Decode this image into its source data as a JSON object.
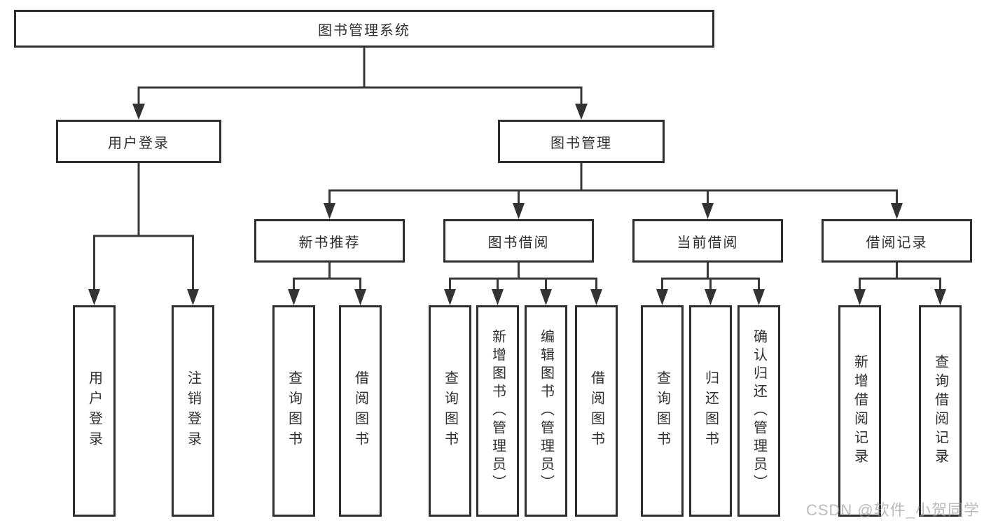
{
  "diagram": {
    "title": "图书管理系统",
    "watermark": "CSDN @软件_小贺同学",
    "colors": {
      "line": "#383838",
      "border": "#2e2e2e",
      "text": "#2f2f2f",
      "box_background": "#ffffff",
      "watermark": "#a8a8a8"
    },
    "nodes": {
      "root": {
        "label": "图书管理系统"
      },
      "user_login": {
        "label": "用户登录"
      },
      "book_mgmt": {
        "label": "图书管理"
      },
      "new_book_recommend": {
        "label": "新书推荐"
      },
      "book_borrow": {
        "label": "图书借阅"
      },
      "current_borrow": {
        "label": "当前借阅"
      },
      "borrow_record": {
        "label": "借阅记录"
      },
      "leaf_user_login": {
        "label": "用户登录"
      },
      "leaf_logout": {
        "label": "注销登录"
      },
      "leaf_nb_query_book": {
        "label": "查询图书"
      },
      "leaf_nb_borrow_book": {
        "label": "借阅图书"
      },
      "leaf_bb_query_book": {
        "label": "查询图书"
      },
      "leaf_bb_add_book": {
        "label": "新增图书（管理员）"
      },
      "leaf_bb_edit_book": {
        "label": "编辑图书（管理员）"
      },
      "leaf_bb_borrow_book": {
        "label": "借阅图书"
      },
      "leaf_cb_query_book": {
        "label": "查询图书"
      },
      "leaf_cb_return_book": {
        "label": "归还图书"
      },
      "leaf_cb_confirm_return": {
        "label": "确认归还（管理员）"
      },
      "leaf_br_add_record": {
        "label": "新增借阅记录"
      },
      "leaf_br_query_record": {
        "label": "查询借阅记录"
      }
    }
  }
}
